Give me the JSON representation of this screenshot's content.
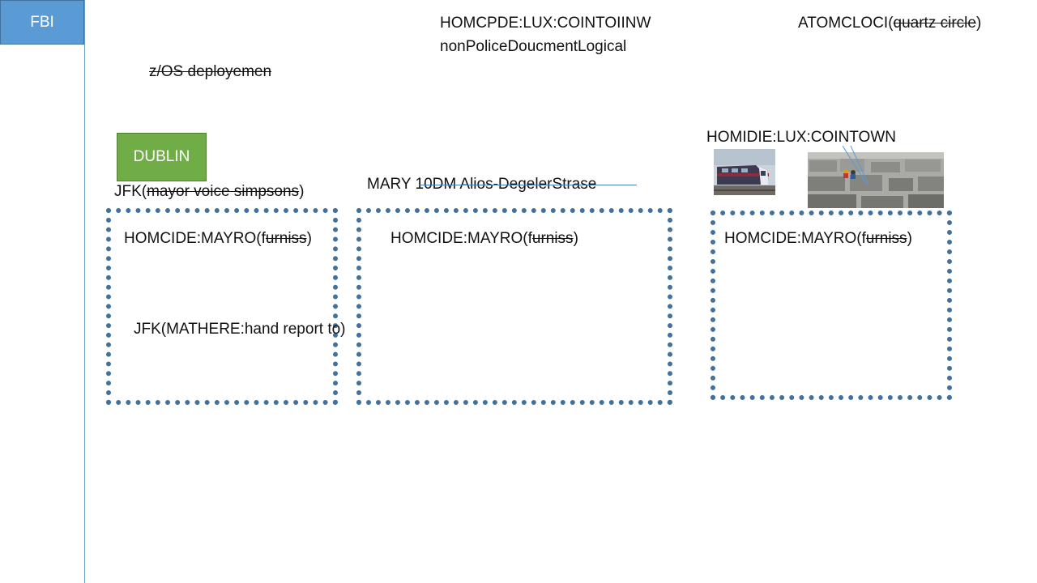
{
  "fbi_box": {
    "label": "FBI"
  },
  "header": {
    "line1": "HOMCPDE:LUX:COINTOIINW",
    "line2": "nonPoliceDoucmentLogical",
    "atom_prefix": "ATOMCLOCI(",
    "atom_struck": "quartz circle",
    "atom_suffix": ")"
  },
  "zos_label": "z/OS deployemen",
  "dublin_box": {
    "label": "DUBLIN"
  },
  "jfk_top": {
    "prefix": "JFK(",
    "struck": "mayor voice simpsons",
    "suffix": ")"
  },
  "mary_label": {
    "prefix": "MARY ",
    "struck": "10DM Alios-DegelerStrase"
  },
  "homidie_label": "HOMIDIE:LUX:COINTOWN",
  "boxes": [
    {
      "prefix": "HOMCIDE:MAYRO(f",
      "struck": "urniss",
      "suffix": ")"
    },
    {
      "prefix": "HOMCIDE:MAYRO(f",
      "struck": "urniss",
      "suffix": ")"
    },
    {
      "prefix": "HOMCIDE:MAYRO(f",
      "struck": "urniss",
      "suffix": ")"
    }
  ],
  "jfk_inner": "JFK(MATHERE:hand report to)",
  "images": {
    "train": "train-photo",
    "memorial": "memorial-photo"
  },
  "colors": {
    "fbi_fill": "#5b9bd5",
    "dublin_fill": "#70ad47",
    "dotted_border": "#41719c",
    "divider": "#6a9cc0"
  }
}
